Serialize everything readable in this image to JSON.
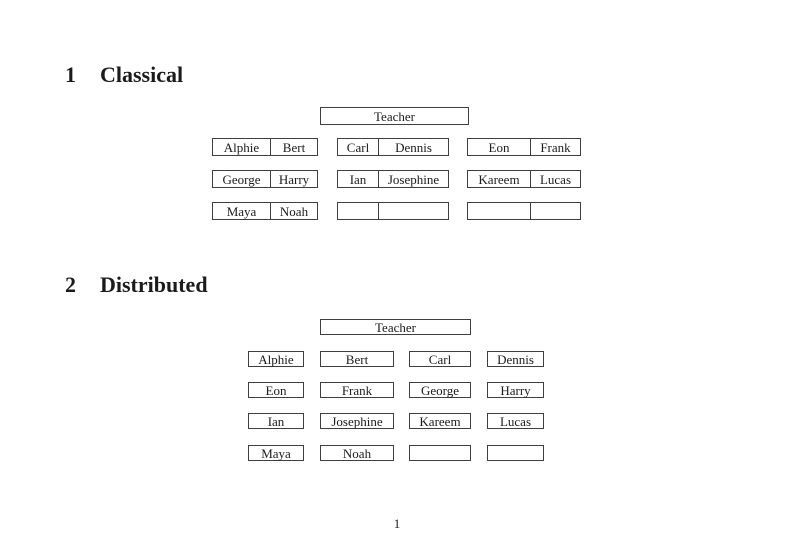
{
  "sections": [
    {
      "number": "1",
      "title": "Classical"
    },
    {
      "number": "2",
      "title": "Distributed"
    }
  ],
  "classical": {
    "teacher_label": "Teacher",
    "desks": [
      {
        "cells": [
          "Alphie",
          "Bert"
        ]
      },
      {
        "cells": [
          "Carl",
          "Dennis"
        ]
      },
      {
        "cells": [
          "Eon",
          "Frank"
        ]
      },
      {
        "cells": [
          "George",
          "Harry"
        ]
      },
      {
        "cells": [
          "Ian",
          "Josephine"
        ]
      },
      {
        "cells": [
          "Kareem",
          "Lucas"
        ]
      },
      {
        "cells": [
          "Maya",
          "Noah"
        ]
      },
      {
        "cells": [
          "",
          ""
        ]
      },
      {
        "cells": [
          "",
          ""
        ]
      }
    ]
  },
  "distributed": {
    "teacher_label": "Teacher",
    "seats": [
      "Alphie",
      "Bert",
      "Carl",
      "Dennis",
      "Eon",
      "Frank",
      "George",
      "Harry",
      "Ian",
      "Josephine",
      "Kareem",
      "Lucas",
      "Maya",
      "Noah",
      "",
      ""
    ]
  },
  "footer": {
    "page_number": "1"
  }
}
